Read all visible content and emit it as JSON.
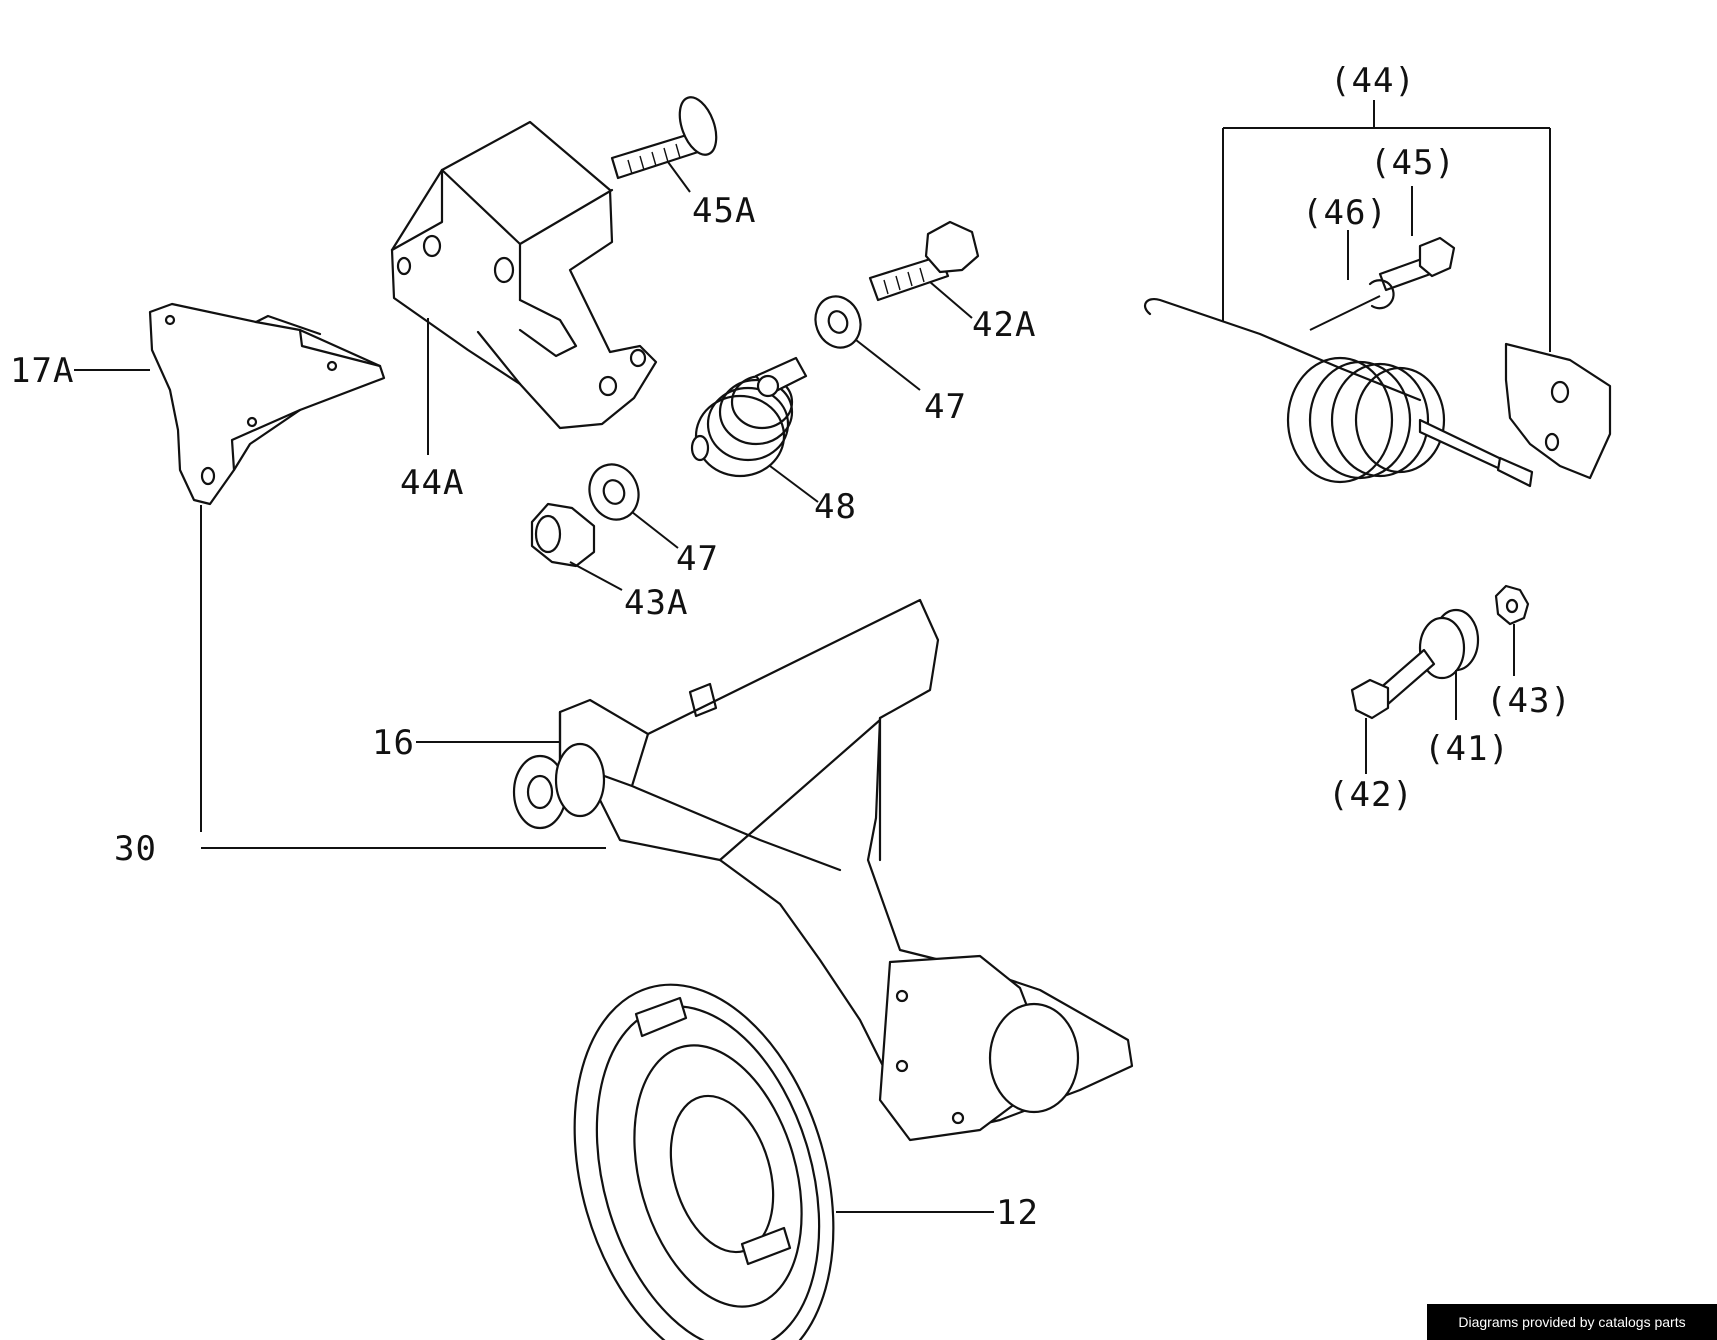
{
  "callouts": {
    "p44": "(44)",
    "p45": "(45)",
    "p46": "(46)",
    "p45A": "45A",
    "p42A": "42A",
    "p17A": "17A",
    "p44A": "44A",
    "p47a": "47",
    "p48": "48",
    "p47b": "47",
    "p43A": "43A",
    "p43": "(43)",
    "p41": "(41)",
    "p42": "(42)",
    "p16": "16",
    "p30": "30",
    "p12": "12"
  },
  "credit": "Diagrams provided by catalogs parts"
}
